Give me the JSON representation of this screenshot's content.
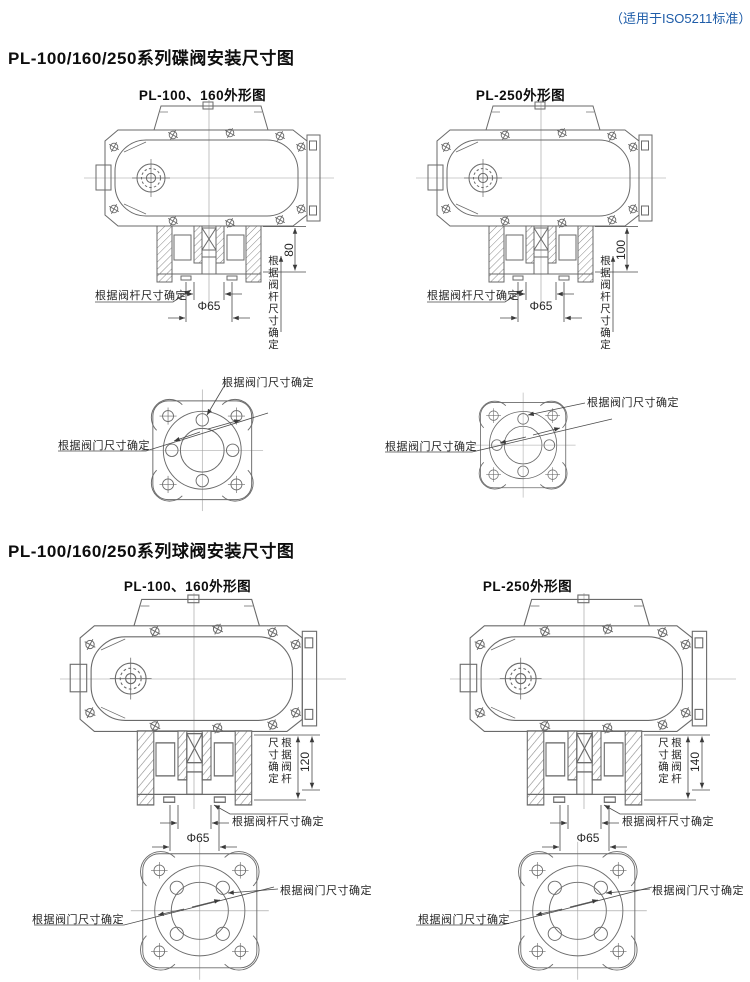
{
  "note": {
    "text": "（适用于ISO5211标准）",
    "color": "#1e5ca8"
  },
  "butterfly_section": {
    "title": "PL-100/160/250系列碟阀安装尺寸图",
    "caption_left": "PL-100、160外形图",
    "caption_right": "PL-250外形图",
    "left_drawing": {
      "height_dim": "80",
      "stem_height_label": "根据阀杆尺寸确定",
      "stem_label": "根据阀杆尺寸确定",
      "phi_dim": "Φ65"
    },
    "right_drawing": {
      "height_dim": "100",
      "stem_height_label": "根据阀杆尺寸确定",
      "stem_label": "根据阀杆尺寸确定",
      "phi_dim": "Φ65"
    },
    "flange_left": {
      "label_top": "根据阀门尺寸确定",
      "label_left": "根据阀门尺寸确定"
    },
    "flange_right": {
      "label_right": "根据阀门尺寸确定",
      "label_left": "根据阀门尺寸确定"
    }
  },
  "ball_section": {
    "title": "PL-100/160/250系列球阀安装尺寸图",
    "caption_left": "PL-100、160外形图",
    "caption_right": "PL-250外形图",
    "left_drawing": {
      "height_dim": "120",
      "stem_height_label": "根据阀杆尺寸确定",
      "stem_label": "根据阀杆尺寸确定",
      "phi_dim": "Φ65"
    },
    "right_drawing": {
      "height_dim": "140",
      "stem_height_label": "根据阀杆尺寸确定",
      "stem_label": "根据阀杆尺寸确定",
      "phi_dim": "Φ65"
    },
    "flange_left": {
      "label_right": "根据阀门尺寸确定",
      "label_left": "根据阀门尺寸确定"
    },
    "flange_right": {
      "label_right": "根据阀门尺寸确定",
      "label_left": "根据阀门尺寸确定"
    }
  },
  "drawing_colors": {
    "line": "#6a6a6a",
    "dimension": "#4a4a4a",
    "centerline": "#9a9a9a",
    "text": "#262626"
  }
}
